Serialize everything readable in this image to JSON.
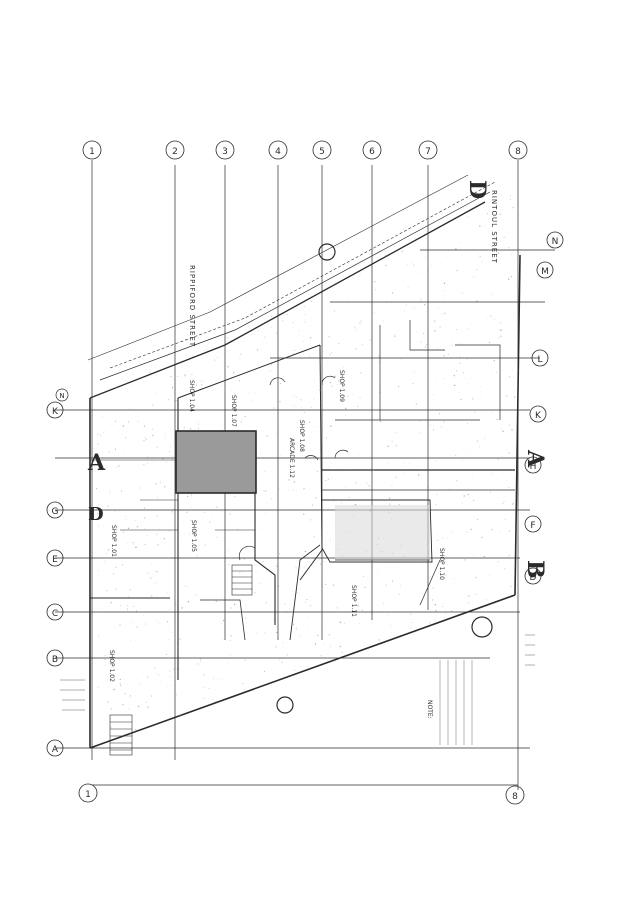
{
  "sheet": {
    "grid_top": [
      "1",
      "2",
      "3",
      "4",
      "5",
      "6",
      "7",
      "8"
    ],
    "grid_left": [
      "A",
      "B",
      "C",
      "E",
      "G",
      "K",
      "N"
    ],
    "grid_right": [
      "D",
      "F",
      "H",
      "K",
      "L",
      "M",
      "N"
    ],
    "corner_bottom_left": "1",
    "corner_bottom_right": "8",
    "corner_right_letter": "B",
    "streets": {
      "top": "RIPPIFORD STREET",
      "right": "RINTOUL STREET"
    },
    "units": [
      {
        "label": "SHOP 1.02"
      },
      {
        "label": "SHOP 1.01"
      },
      {
        "label": "SHOP 1.04"
      },
      {
        "label": "SHOP 1.05"
      },
      {
        "label": "SHOP 1.07"
      },
      {
        "label": "SHOP 1.08"
      },
      {
        "label": "SHOP 1.09"
      },
      {
        "label": "ARCADE 1.12"
      },
      {
        "label": "SHOP 1.10"
      },
      {
        "label": "SHOP 1.11"
      }
    ],
    "note_label": "NOTE:",
    "highlight_color": "#9a9a9a",
    "ink_color": "#2b2b2b"
  }
}
